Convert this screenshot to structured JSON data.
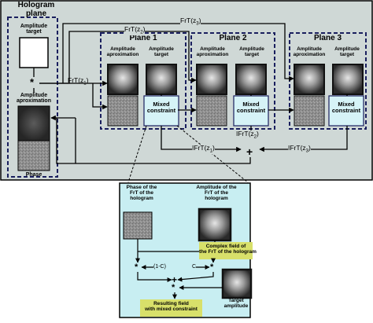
{
  "hologram_plane": {
    "title": "Hologram\nplane",
    "amplitude_target": "Amplitude\ntarget",
    "amplitude_aproximation": "Amplitude\naproximation",
    "phase": "Phase"
  },
  "planes": [
    {
      "title": "Plane 1",
      "amp_approx": "Amplitude\naproximation",
      "amp_target": "Amplitude\ntarget",
      "constraint": "Mixed\nconstraint"
    },
    {
      "title": "Plane 2",
      "amp_approx": "Amplitude\naproximation",
      "amp_target": "Amplitude\ntarget",
      "constraint": "Mixed\nconstraint"
    },
    {
      "title": "Plane 3",
      "amp_approx": "Amplitude\naproximation",
      "amp_target": "Amplitude\ntarget",
      "constraint": "Mixed\nconstraint"
    }
  ],
  "transforms": {
    "frt_z1": "FrT(z",
    "frt_z2": "FrT(z",
    "frt_z3": "FrT(z",
    "ifrt_z1": "IFrT(z",
    "ifrt_z2": "IFrT(z",
    "ifrt_z3": "IFrT(z",
    "sub1": "1",
    "sub2": "2",
    "sub3": "3",
    "close": ")"
  },
  "operators": {
    "multiply": "*",
    "add": "+"
  },
  "detail": {
    "phase_frt": "Phase of the\nFrT of the\nhologram",
    "amplitude_frt": "Amplitude of the\nFrT of the\nhologram",
    "complex_field": "Complex field of\nthe FrT of the hologram",
    "one_minus_c": "(1-C)",
    "c": "C",
    "target_amplitude": "Target\namplitude",
    "resulting_field": "Resulting field\nwith mixed constraint"
  },
  "colors": {
    "outer_panel": "#cfd8d6",
    "detail_panel": "#c8eef2",
    "constraint_box": "#d6f3f7",
    "highlight_label": "#d8e06a",
    "dashed_border": "#1a1f5e"
  }
}
